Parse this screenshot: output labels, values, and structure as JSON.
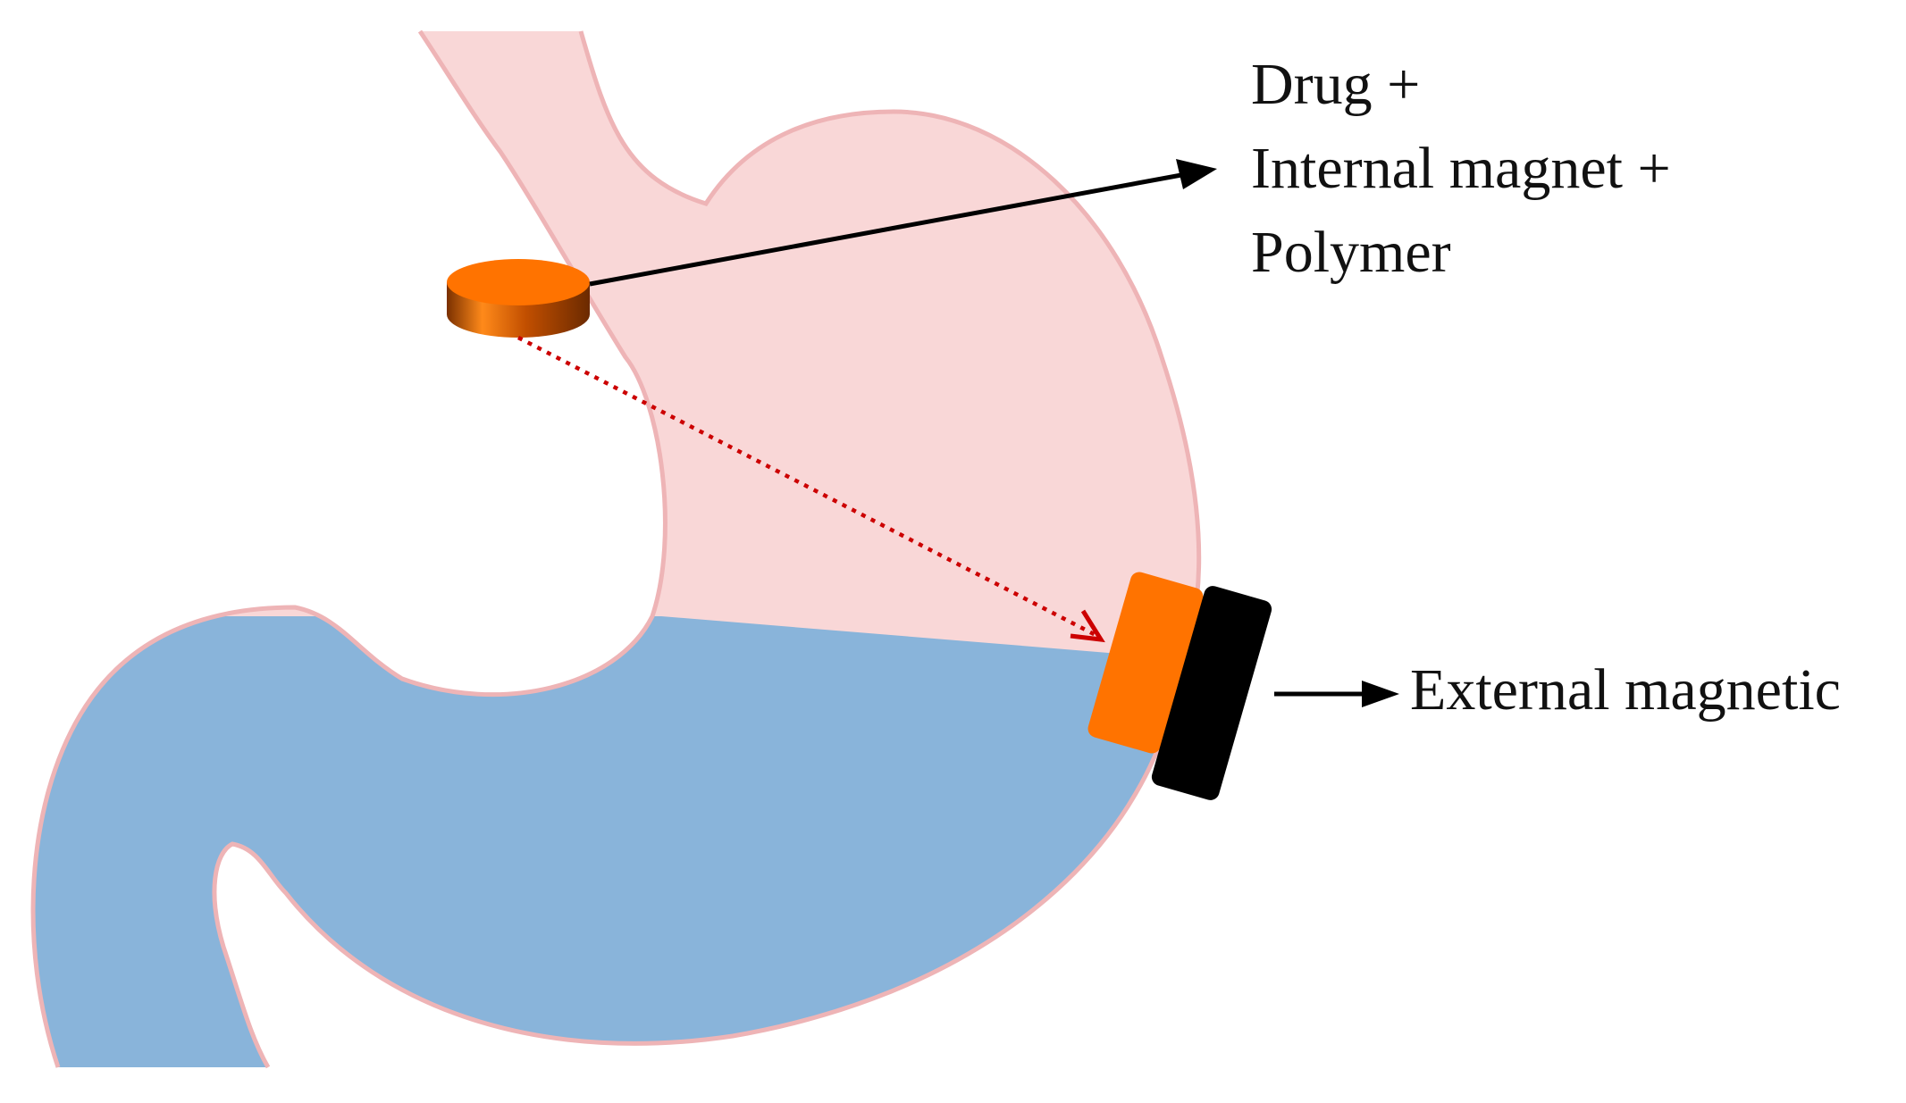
{
  "colors": {
    "upper_stomach_fill": "#f9d7d7",
    "lower_stomach_fill": "#89b4da",
    "stomach_outline": "#eeb4b6",
    "magnet_orange": "#ff7300",
    "external_magnet_black": "#000000",
    "attraction_path": "#cc0000",
    "arrow": "#000000"
  },
  "labels": {
    "capsule_line1": "Drug +",
    "capsule_line2": "Internal magnet +",
    "capsule_line3": "Polymer",
    "external": "External magnetic"
  },
  "icons": {
    "capsule": "drug-magnet-capsule-icon",
    "internal_magnet_block": "orange-magnet-block",
    "external_magnet": "black-external-magnet"
  }
}
